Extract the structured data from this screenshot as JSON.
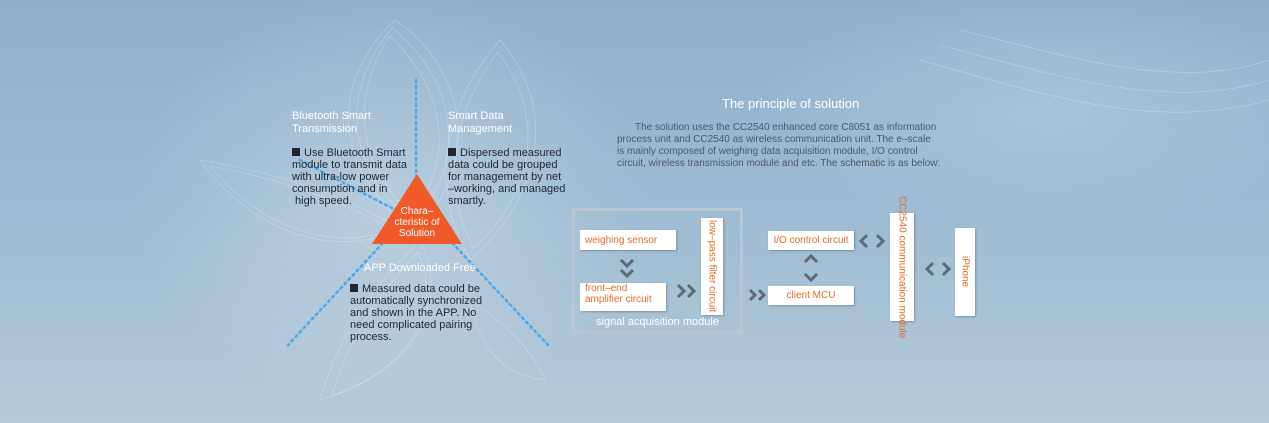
{
  "features": {
    "bluetooth": {
      "title_line1": "Bluetooth Smart",
      "title_line2": "Transmission",
      "body_lines": [
        "Use Bluetooth Smart",
        "module to transmit data",
        "with ultra-low power",
        "consumption and in",
        " high speed."
      ]
    },
    "data_management": {
      "title_line1": "Smart Data",
      "title_line2": "Management",
      "body_lines": [
        "Dispersed measured",
        "data could be grouped",
        "for management by net",
        "–working, and managed",
        "smartly."
      ]
    },
    "app": {
      "title": "APP Downloaded Free",
      "body_lines": [
        "Measured data could be",
        "automatically synchronized",
        "and shown in the APP. No",
        "need complicated pairing",
        "process."
      ]
    }
  },
  "triangle": {
    "line1": "Chara–",
    "line2": "cteristic of",
    "line3": "Solution"
  },
  "principle": {
    "title": "The principle of solution",
    "lines": [
      "The solution uses the CC2540 enhanced core C8051 as information",
      "process unit and CC2540 as wireless communication unit. The e–scale",
      "is mainly composed of weighing data acquisition module, I/O control",
      "circuit, wireless transmission module and etc. The schematic is as below:"
    ]
  },
  "schematic": {
    "weighing_sensor": "weighing sensor",
    "frontend_line1": "front–end",
    "frontend_line2": "amplifier circuit",
    "lowpass": "low–pass filter circuit",
    "signal_module": "signal acquisition module",
    "io_control": "I/O control circuit",
    "client_mcu": "client  MCU",
    "cc2540": "CC2540 communication module",
    "iphone": "iPhone"
  },
  "colors": {
    "accent": "#f05a28",
    "box_text": "#e86a2a",
    "dotted_line": "#4aa8e8"
  }
}
